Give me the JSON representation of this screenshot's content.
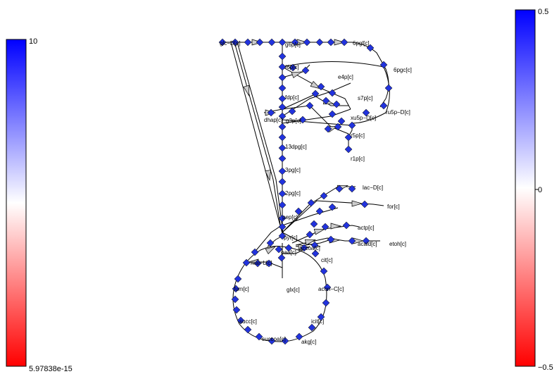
{
  "colorbar_left": {
    "max_label": "10",
    "min_label": "5.97838e-15",
    "color_high": "#0000ff",
    "color_mid": "#ffffff",
    "color_low": "#ff0000"
  },
  "colorbar_right": {
    "max_label": "0.5",
    "mid_label": "0",
    "min_label": "−0.5",
    "color_high": "#0000ff",
    "color_mid": "#ffffff",
    "color_low": "#ff0000"
  },
  "node_color": "#2233dd",
  "metabolites": {
    "glc": "glc−D[p]",
    "g6p": "g6p[c]",
    "6pgl": "6pgl[c]",
    "6pgc": "6pgc[c]",
    "f6p": "f6p[c]",
    "e4p": "e4p[c]",
    "s7p": "s7p[c]",
    "fdp": "fdp[c]",
    "ru5p": "ru5p−D[c]",
    "xu5p": "xu5p−D[c]",
    "dhap": "dhap[c]",
    "g3p": "g3p[c]",
    "r5p": "r5p[c]",
    "r1p": "r1p[c]",
    "13dpg": "13dpg[c]",
    "3pg": "3pg[c]",
    "2pg": "2pg[c]",
    "lac": "lac−D[c]",
    "for": "for[c]",
    "pep": "pep[c]",
    "actp": "actp[c]",
    "pyr": "pyr[c]",
    "accoa": "accoa[c]",
    "acald": "acald[c]",
    "etoh": "etoh[c]",
    "oaa": "oaa[c]",
    "mal": "mal−L[c]",
    "cit": "cit[c]",
    "fum": "fum[c]",
    "glx": "glx[c]",
    "acon": "acon−C[c]",
    "icit": "icit[c]",
    "succ": "succ[c]",
    "succoa": "succoa[c]",
    "akg": "akg[c]"
  }
}
